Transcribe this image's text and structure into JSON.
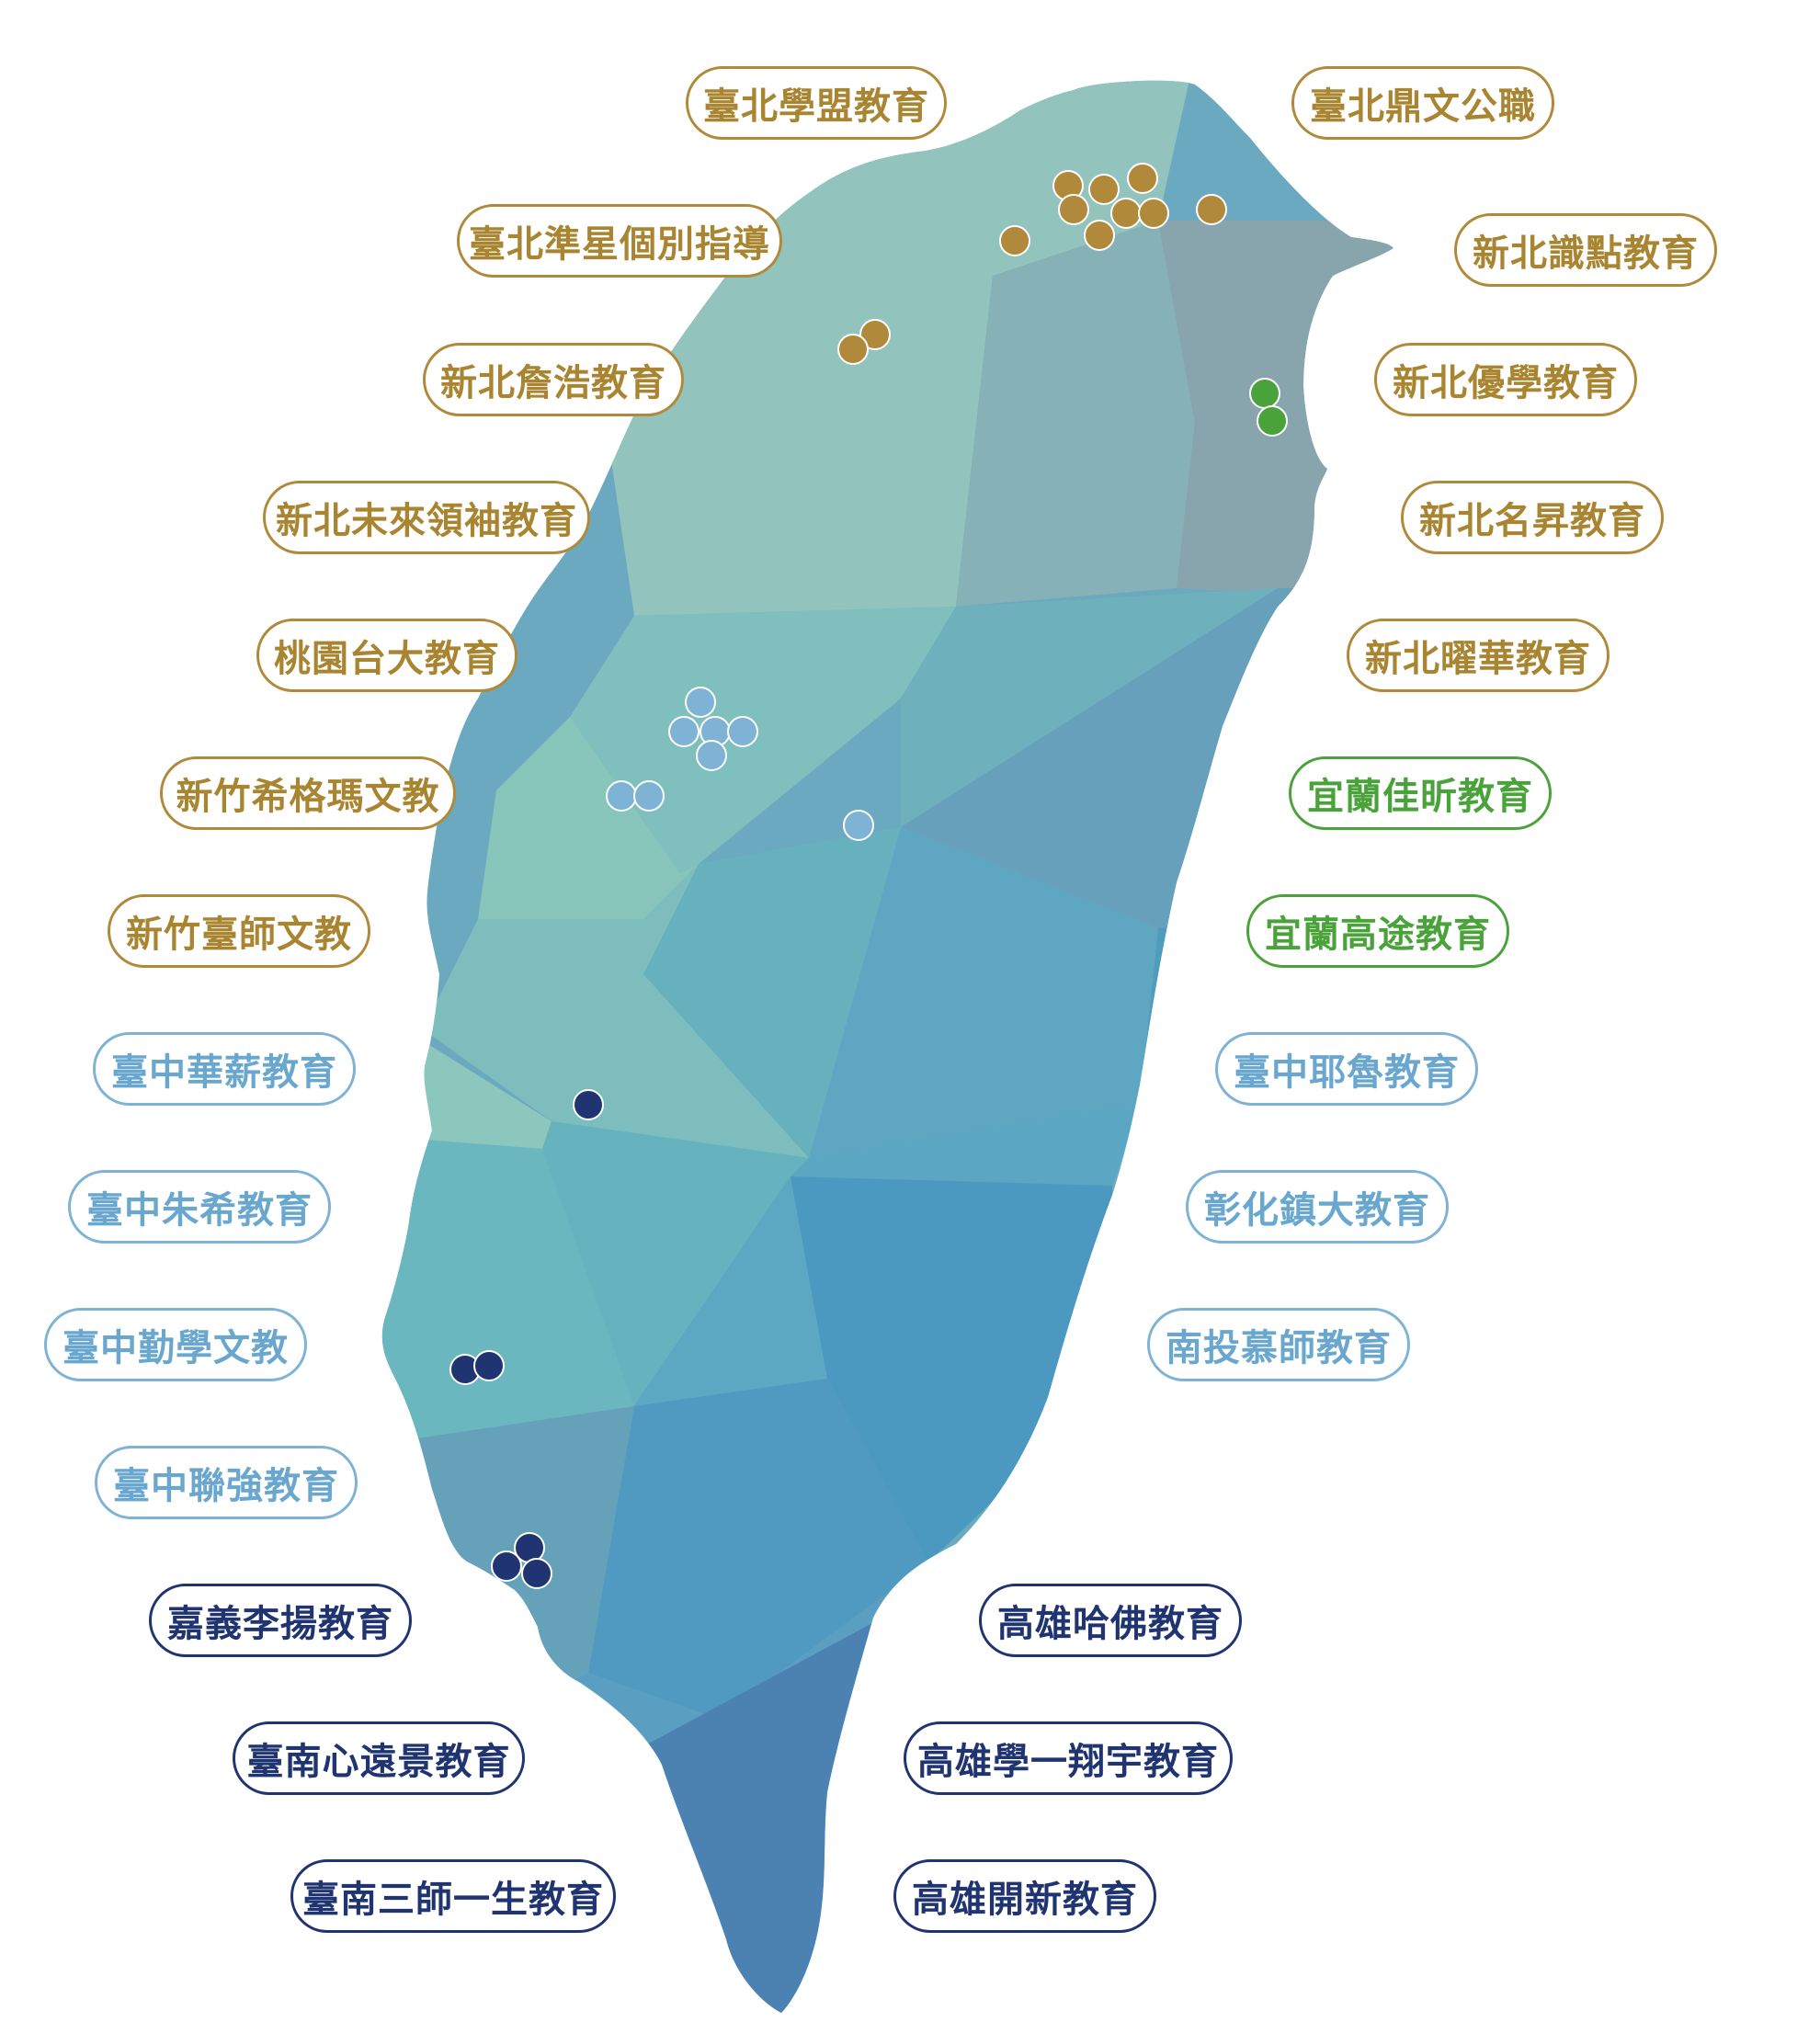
{
  "colors": {
    "gold": "#b08a3a",
    "green": "#4aa33a",
    "light_blue": "#7fb3d6",
    "navy": "#1f3470"
  },
  "labels": {
    "taipei_xuemeng": "臺北學盟教育",
    "taipei_dingwen": "臺北鼎文公職",
    "taipei_zhunxing": "臺北準星個別指導",
    "xinbei_shidian": "新北識點教育",
    "xinbei_zhanhao": "新北詹浩教育",
    "xinbei_youxue": "新北優學教育",
    "xinbei_weilai": "新北未來領袖教育",
    "xinbei_mingsheng": "新北名昇教育",
    "taoyuan_yida": "桃園台大教育",
    "xinbei_yaohua": "新北曜華教育",
    "hsinchu_xigema": "新竹希格瑪文教",
    "yilan_jiaxin": "宜蘭佳昕教育",
    "hsinchu_taishi": "新竹臺師文教",
    "yilan_gaotu": "宜蘭高途教育",
    "taichung_huaxin": "臺中華薪教育",
    "taichung_yelu": "臺中耶魯教育",
    "taichung_zhuxi": "臺中朱希教育",
    "changhua_zhenda": "彰化鎮大教育",
    "taichung_qinxue": "臺中勤學文教",
    "nantou_mushi": "南投慕師教育",
    "taichung_lianqiang": "臺中聯強教育",
    "chiayi_liyang": "嘉義李揚教育",
    "kaohsiung_hafo": "高雄哈佛教育",
    "tainan_xinyuanjing": "臺南心遠景教育",
    "kaohsiung_xueyi": "高雄學一翔宇教育",
    "tainan_sanshi": "臺南三師一生教育",
    "kaohsiung_kaixin": "高雄開新教育"
  }
}
